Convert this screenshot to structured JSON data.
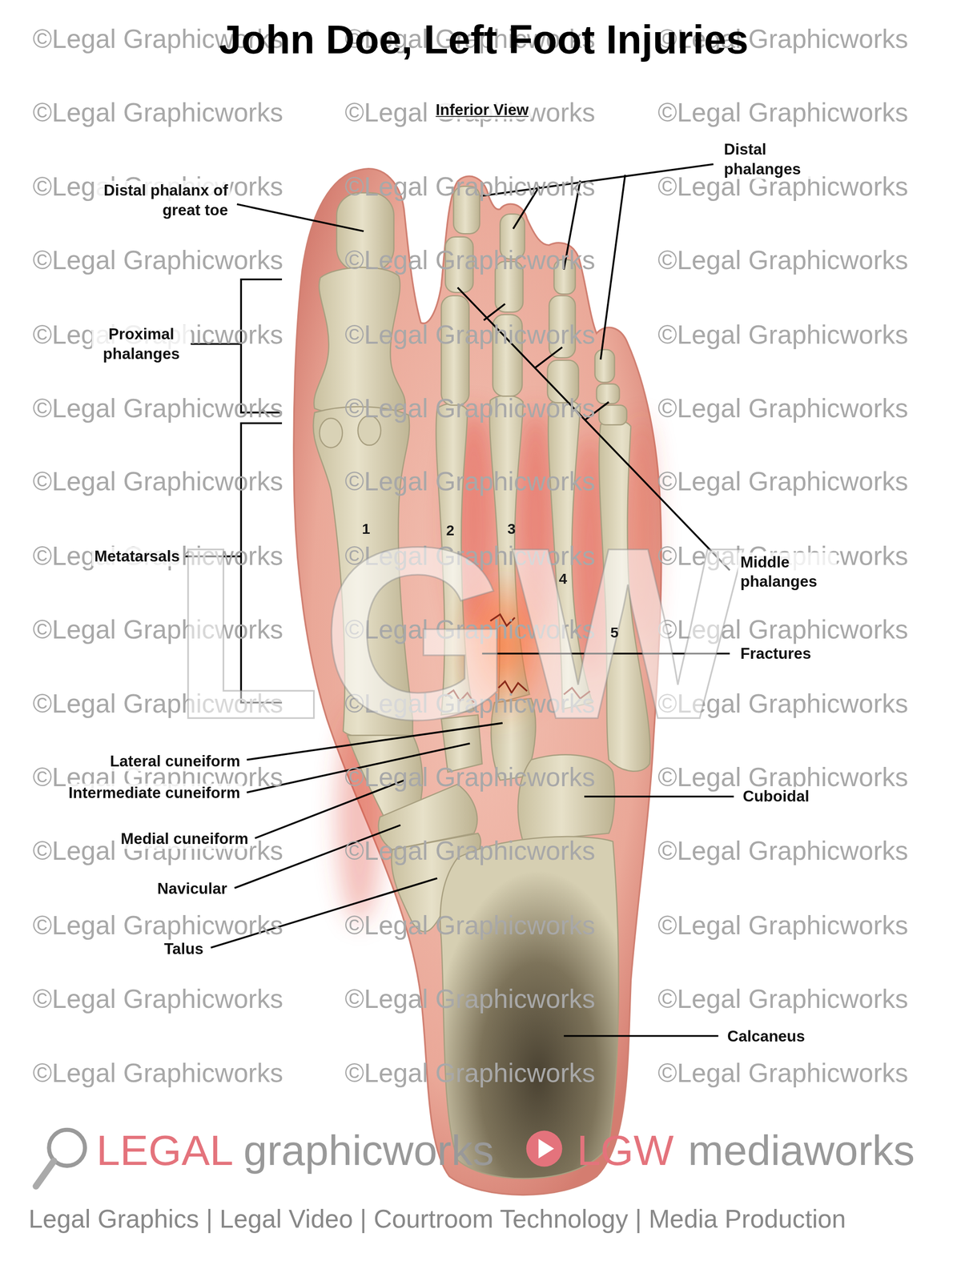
{
  "diagram": {
    "title": "John Doe, Left Foot Injuries",
    "labels": [
      "Inferior View",
      "Distal phalanges",
      "Distal phalanx of great toe",
      "Proximal phalanges",
      "Metatarsals",
      "1",
      "2",
      "3",
      "4",
      "5",
      "Middle phalanges",
      "Fractures",
      "Lateral cuneiform",
      "Intermediate cuneiform",
      "Medial cuneiform",
      "Cuboidal",
      "Navicular",
      "Talus",
      "Calcaneus",
      "LGW",
      "LEGAL",
      "graphicworks",
      "LGW",
      "mediaworks",
      "Legal Graphics | Legal Video | Courtroom Technology | Media Production",
      "©Legal Graphicworks",
      "©Legal Graphicworks",
      "©Legal Graphicworks",
      "©Legal Graphicworks",
      "©Legal Graphicworks",
      "©Legal Graphicworks",
      "©Legal Graphicworks",
      "©Legal Graphicworks",
      "©Legal Graphicworks",
      "©Legal Graphicworks",
      "©Legal Graphicworks",
      "©Legal Graphicworks",
      "©Legal Graphicworks",
      "©Legal Graphicworks",
      "©Legal Graphicworks",
      "©Legal Graphicworks",
      "©Legal Graphicworks",
      "©Legal Graphicworks",
      "©Legal Graphicworks",
      "©Legal Graphicworks",
      "©Legal Graphicworks",
      "©Legal Graphicworks",
      "©Legal Graphicworks",
      "©Legal Graphicworks",
      "©Legal Graphicworks",
      "©Legal Graphicworks",
      "©Legal Graphicworks",
      "©Legal Graphicworks",
      "©Legal Graphicworks",
      "©Legal Graphicworks",
      "©Legal Graphicworks",
      "©Legal Graphicworks",
      "©Legal Graphicworks",
      "©Legal Graphicworks",
      "©Legal Graphicworks",
      "©Legal Graphicworks",
      "©Legal Graphicworks",
      "©Legal Graphicworks",
      "©Legal Graphicworks",
      "©Legal Graphicworks",
      "©Legal Graphicworks",
      "©Legal Graphicworks",
      "©Legal Graphicworks",
      "©Legal Graphicworks",
      "©Legal Graphicworks"
    ]
  }
}
